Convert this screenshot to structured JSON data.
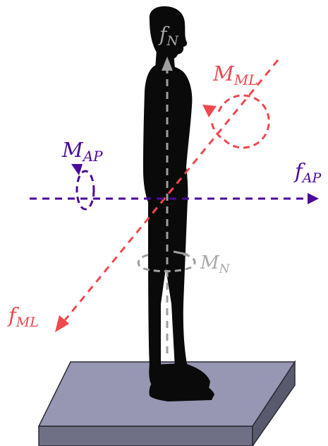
{
  "colors": {
    "normal": "#9e9e9e",
    "normal_label": "#a8a8a8",
    "ml": "#f0484f",
    "ap": "#4b0a9a",
    "silhouette": "#0a0a0a",
    "platform_top": "#9797b4",
    "platform_front": "#6f6f86",
    "platform_side": "#5a5a6e"
  },
  "labels": {
    "f_n": {
      "main": "f",
      "sub": "N"
    },
    "m_ml": {
      "main": "M",
      "sub": "ML"
    },
    "m_ap": {
      "main": "M",
      "sub": "AP"
    },
    "f_ap": {
      "main": "f",
      "sub": "AP"
    },
    "m_n": {
      "main": "M",
      "sub": "N"
    },
    "f_ml": {
      "main": "f",
      "sub": "ML"
    }
  },
  "icons": [
    "person-silhouette",
    "force-plate",
    "arrow-icon",
    "rotation-arrow-icon"
  ]
}
